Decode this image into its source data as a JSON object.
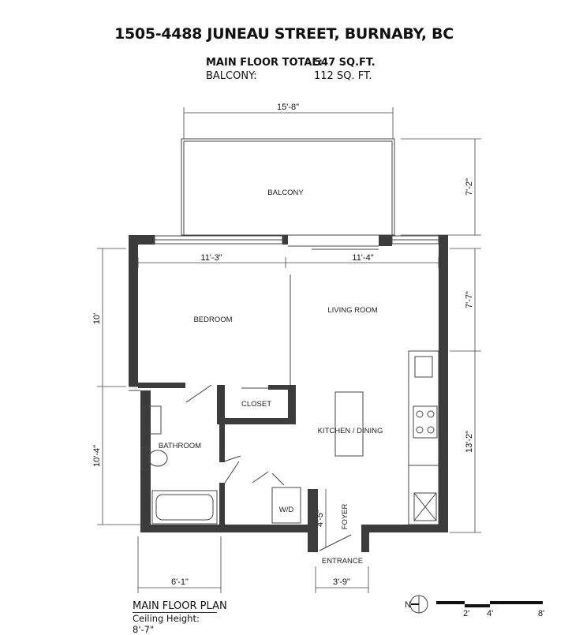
{
  "header": {
    "address": "1505-4488 JUNEAU STREET, BURNABY, BC",
    "main_floor_label": "MAIN FLOOR TOTAL:",
    "main_floor_value": "547 SQ.FT.",
    "balcony_label": "BALCONY:",
    "balcony_value": "112 SQ. FT."
  },
  "rooms": {
    "balcony": "BALCONY",
    "bedroom": "BEDROOM",
    "living_room": "LIVING ROOM",
    "closet": "CLOSET",
    "bathroom": "BATHROOM",
    "kitchen_dining": "KITCHEN / DINING",
    "washer_dryer": "W/D",
    "foyer": "FOYER",
    "entrance": "ENTRANCE"
  },
  "dimensions": {
    "balcony_width": "15'-8\"",
    "balcony_depth": "7'-2\"",
    "bedroom_width": "11'-3\"",
    "living_width": "11'-4\"",
    "bedroom_depth": "10'",
    "bathroom_depth": "10'-4\"",
    "living_depth": "7'-7\"",
    "kitchen_depth": "13'-2\"",
    "foyer_depth": "4'-5\"",
    "bathroom_width": "6'-1\"",
    "foyer_width": "3'-9\""
  },
  "footer": {
    "plan_title": "MAIN FLOOR PLAN",
    "ceiling_height": "Ceiling Height: 8'-7\"",
    "north_label": "N",
    "scale_labels": [
      "2'",
      "4'",
      "8'"
    ]
  },
  "colors": {
    "wall": "#3c3c3c",
    "line": "#444444"
  },
  "icons": [
    "north-arrow-icon",
    "scale-bar-icon",
    "door-swing-icon",
    "sink-icon",
    "toilet-icon",
    "bathtub-icon",
    "stove-icon"
  ]
}
